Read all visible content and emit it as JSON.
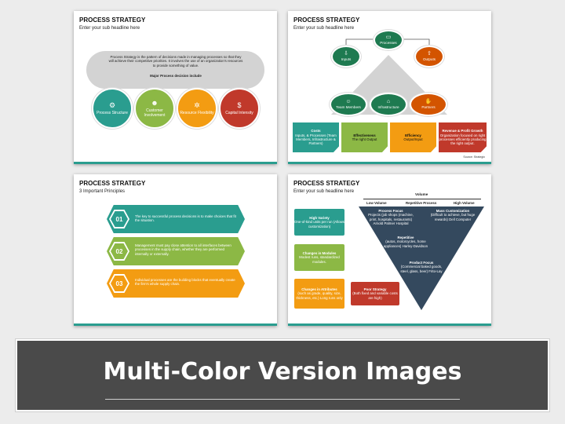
{
  "colors": {
    "teal": "#2a9d8f",
    "green": "#8cb845",
    "orange": "#f39c12",
    "red": "#c0392b",
    "navy": "#34495e",
    "gray": "#d3d3d3"
  },
  "slide1": {
    "title": "PROCESS STRATEGY",
    "subtitle": "Enter your sub headline here",
    "description": "Process Strategy is the pattern of decisions made in managing processes so that they will achieve their competitive priorities. It involves the use of an organization's resources to provide something of value.",
    "major_label": "Major Process decision include",
    "items": [
      {
        "label": "Process Structure",
        "icon": "network-icon",
        "color": "#2a9d8f"
      },
      {
        "label": "Customer Involvement",
        "icon": "people-icon",
        "color": "#8cb845"
      },
      {
        "label": "Resource Flexibility",
        "icon": "gear-icon",
        "color": "#f39c12"
      },
      {
        "label": "Capital Intensity",
        "icon": "money-icon",
        "color": "#c0392b"
      }
    ]
  },
  "slide2": {
    "title": "PROCESS STRATEGY",
    "subtitle": "Enter your sub headline here",
    "top": "Processes",
    "left": "Inputs",
    "right": "Outputs",
    "bottom": [
      "Team Members",
      "Infrastructure",
      "Partners"
    ],
    "boxes": [
      {
        "title": "Costs",
        "text": "Inputs, & Processes (Team Members, Infrastructure & Partners)",
        "color": "#2a9d8f"
      },
      {
        "title": "Effectiveness",
        "text": "The right Output",
        "color": "#8cb845"
      },
      {
        "title": "Efficiency",
        "text": "Output/Input",
        "color": "#f39c12"
      },
      {
        "title": "Revenue & Profit Growth",
        "text": "Organization focused on right processes efficiently producing the right output.",
        "color": "#c0392b"
      }
    ],
    "source": "Source: Strategix"
  },
  "slide3": {
    "title": "PROCESS STRATEGY",
    "subtitle": "3 Important Principles",
    "items": [
      {
        "num": "01",
        "text": "The key to successful process decisions is to make choices that fit the situation.",
        "color": "#2a9d8f"
      },
      {
        "num": "02",
        "text": "Management must pay close attention to all interfaces between processes in the supply chain, whether they are performed internally or externally.",
        "color": "#8cb845"
      },
      {
        "num": "03",
        "text": "Individual processes are the building blocks that eventually create the firm's whole supply chain.",
        "color": "#f39c12"
      }
    ]
  },
  "slide4": {
    "title": "PROCESS STRATEGY",
    "subtitle": "Enter your sub headline here",
    "volume": "Volume",
    "axis": [
      "Low Volume",
      "Repetitive Process",
      "High Volume"
    ],
    "boxes": [
      {
        "title": "High Variety",
        "text": "One-of-kind units per run (Allows customization)",
        "color": "#2a9d8f"
      },
      {
        "title": "Changes in Modules",
        "text": "Modest runs, standardized modules.",
        "color": "#8cb845"
      },
      {
        "title": "Changes in Attributes",
        "text": "(such as grade, quality, size, thickness, etc.) Long runs only",
        "color": "#f39c12"
      }
    ],
    "poor": {
      "title": "Poor Strategy",
      "text": "(Both fixed and variable costs are high)"
    },
    "tri": [
      {
        "title": "Process Focus",
        "text": "Projects (job shops (machine, print, hospitals, restaurants) Arnold Palmer Hospital"
      },
      {
        "title": "Mass Customization",
        "text": "(Difficult to achieve, but huge rewards) Dell Computer"
      },
      {
        "title": "Repetitive",
        "text": "(autos, motorcycles, home appliances) Harley-Davidson"
      },
      {
        "title": "Product Focus",
        "text": "(Commercial baked goods, steel, glass, beer) Frito-Lay"
      }
    ]
  },
  "banner": {
    "title": "Multi-Color Version Images"
  }
}
